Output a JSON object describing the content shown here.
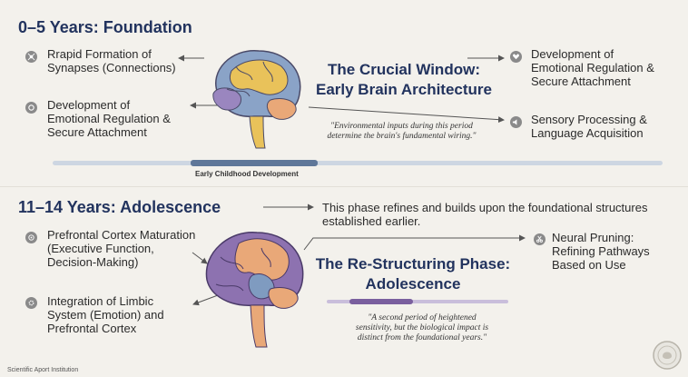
{
  "top": {
    "title": "0–5 Years: Foundation",
    "left_items": [
      {
        "icon": "synapse-icon",
        "line1": "Rrapid Formation of",
        "line2": "Synapses (Connections)"
      },
      {
        "icon": "heart-face-icon",
        "line1": "Development of",
        "line2": "Emotional Regulation &",
        "line3": "Secure Attachment"
      }
    ],
    "center_title_1": "The Crucial Window:",
    "center_title_2": "Early Brain Architecture",
    "quote_1": "\"Environmental inputs during this period",
    "quote_2": "determine the brain's fundamental wiring.\"",
    "right_items": [
      {
        "icon": "heart-icon",
        "line1": "Development of",
        "line2": "Emotional Regulation &",
        "line3": "Secure Attachment"
      },
      {
        "icon": "speaker-icon",
        "line1": "Sensory Processing &",
        "line2": "Language Acquisition"
      }
    ],
    "timeline_label": "Early Childhood Development"
  },
  "bottom": {
    "title": "11–14 Years: Adolescence",
    "note_1": "This phase refines and builds upon the foundational structures",
    "note_2": "established earlier.",
    "left_items": [
      {
        "icon": "target-icon",
        "line1": "Prefrontal Cortex Maturation",
        "line2": "(Executive Function,",
        "line3": "Decision-Making)"
      },
      {
        "icon": "gear-icon",
        "line1": "Integration of Limbic",
        "line2": "System (Emotion) and",
        "line3": "Prefrontal Cortex"
      }
    ],
    "center_title_1": "The Re-Structuring Phase:",
    "center_title_2": "Adolescence",
    "quote_1": "\"A second period of heightened",
    "quote_2": "sensitivity, but the biological impact is",
    "quote_3": "distinct from the foundational years.\"",
    "right_items": [
      {
        "icon": "scissors-icon",
        "line1": "Neural Pruning:",
        "line2": "Refining Pathways",
        "line3": "Based on Use"
      }
    ]
  },
  "footer": {
    "institution": "Scientific Aport Institution"
  },
  "colors": {
    "navy": "#22335e",
    "brain_purple": "#8d72b0",
    "brain_yellow": "#e9c25a",
    "brain_blue": "#7f9bc0",
    "brain_peach": "#e9a878"
  }
}
